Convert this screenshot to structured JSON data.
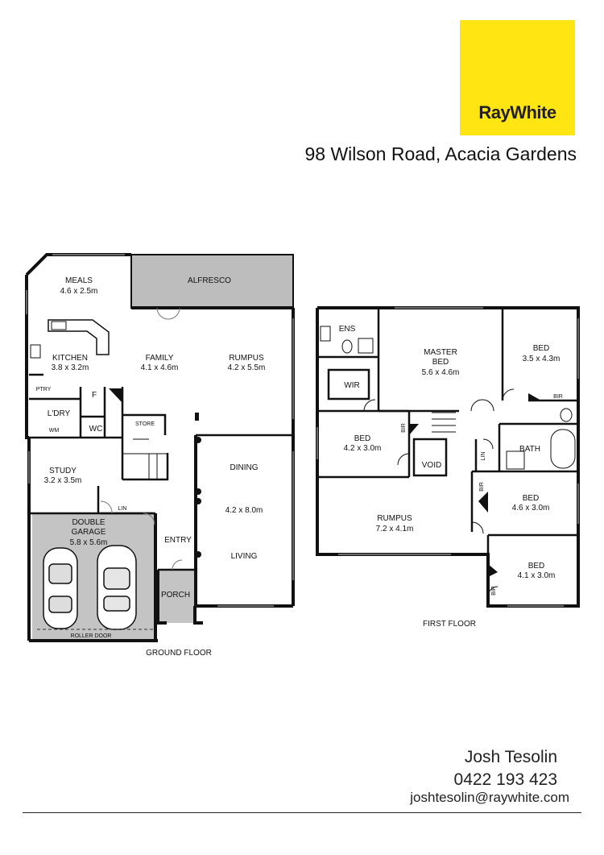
{
  "brand": {
    "name": "RayWhite",
    "color": "#ffe512"
  },
  "listing": {
    "address": "98 Wilson Road, Acacia Gardens"
  },
  "ground_floor": {
    "caption": "GROUND FLOOR",
    "rooms": {
      "meals": {
        "name": "MEALS",
        "size": "4.6 x 2.5m"
      },
      "alfresco": {
        "name": "ALFRESCO"
      },
      "kitchen": {
        "name": "KITCHEN",
        "size": "3.8 x 3.2m"
      },
      "family": {
        "name": "FAMILY",
        "size": "4.1 x 4.6m"
      },
      "rumpus": {
        "name": "RUMPUS",
        "size": "4.2 x 5.5m"
      },
      "ptry": {
        "name": "PTRY"
      },
      "fridge": {
        "name": "F"
      },
      "laundry": {
        "name": "L'DRY"
      },
      "wm": {
        "name": "WM"
      },
      "wc": {
        "name": "WC"
      },
      "store": {
        "name": "STORE"
      },
      "study": {
        "name": "STUDY",
        "size": "3.2 x 3.5m"
      },
      "dining": {
        "name": "DINING"
      },
      "dining_living_size": {
        "size": "4.2 x 8.0m"
      },
      "living": {
        "name": "LIVING"
      },
      "lin": {
        "name": "LIN"
      },
      "garage": {
        "name": "DOUBLE\nGARAGE",
        "line1": "DOUBLE",
        "line2": "GARAGE",
        "size": "5.8 x 5.6m"
      },
      "entry": {
        "name": "ENTRY"
      },
      "porch": {
        "name": "PORCH"
      },
      "roller_door": {
        "name": "ROLLER DOOR"
      }
    }
  },
  "first_floor": {
    "caption": "FIRST FLOOR",
    "rooms": {
      "ens": {
        "name": "ENS"
      },
      "master": {
        "line1": "MASTER",
        "line2": "BED",
        "size": "5.6 x 4.6m"
      },
      "bed_ne": {
        "name": "BED",
        "size": "3.5 x 4.3m"
      },
      "wir": {
        "name": "WIR"
      },
      "bir_ne": {
        "name": "BIR"
      },
      "bed_w": {
        "name": "BED",
        "size": "4.2 x 3.0m"
      },
      "bir_w": {
        "name": "BIR"
      },
      "void": {
        "name": "VOID"
      },
      "lin": {
        "name": "LIN"
      },
      "bath": {
        "name": "BATH"
      },
      "bir_e": {
        "name": "BIR"
      },
      "bed_e": {
        "name": "BED",
        "size": "4.6 x 3.0m"
      },
      "rumpus": {
        "name": "RUMPUS",
        "size": "7.2 x 4.1m"
      },
      "bir_se": {
        "name": "BIR"
      },
      "bed_se": {
        "name": "BED",
        "size": "4.1 x 3.0m"
      }
    }
  },
  "agent": {
    "name": "Josh Tesolin",
    "phone": "0422 193 423",
    "email": "joshtesolin@raywhite.com"
  }
}
